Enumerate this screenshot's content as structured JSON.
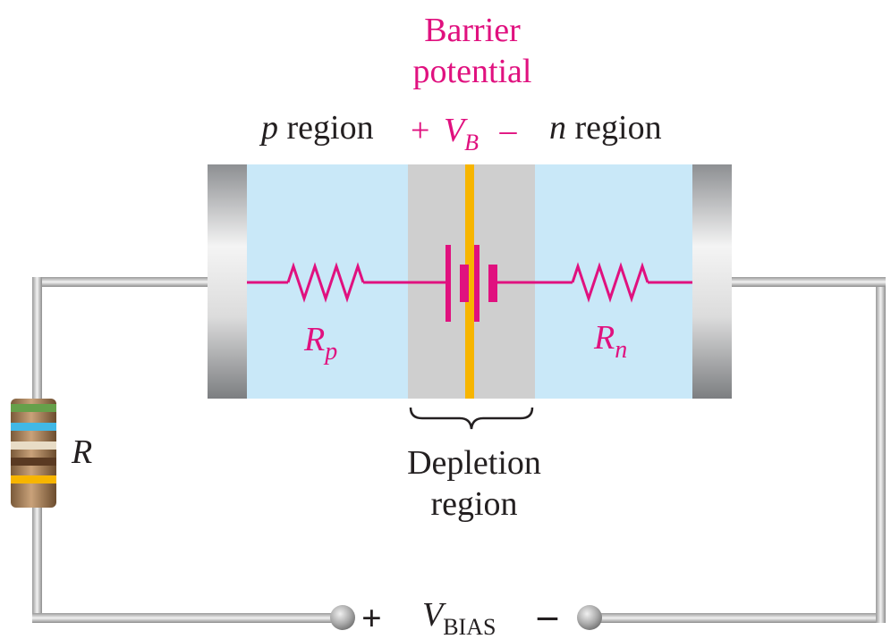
{
  "labels": {
    "barrier_line1": "Barrier",
    "barrier_line2": "potential",
    "p_italic": "p",
    "p_word": " region",
    "plus_sign": "+",
    "vb_v": "V",
    "vb_sub": "B",
    "minus_sign": "–",
    "n_italic": "n",
    "n_word": " region",
    "rp_r": "R",
    "rp_sub": "p",
    "rn_r": "R",
    "rn_sub": "n",
    "r_label": "R",
    "depletion_line1": "Depletion",
    "depletion_line2": "region",
    "bias_plus": "+",
    "bias_v": "V",
    "bias_sub": "BIAS",
    "bias_minus": "–"
  },
  "colors": {
    "accent": "#e0117f",
    "region_fill": "#c9e8f8",
    "depletion_fill": "#cfcfcf",
    "junction": "#f7b500",
    "wire": "#c8c8c8"
  },
  "icons": {
    "resistor": "zigzag-resistor-icon",
    "battery": "battery-cell-icon",
    "terminal": "terminal-dot-icon"
  }
}
